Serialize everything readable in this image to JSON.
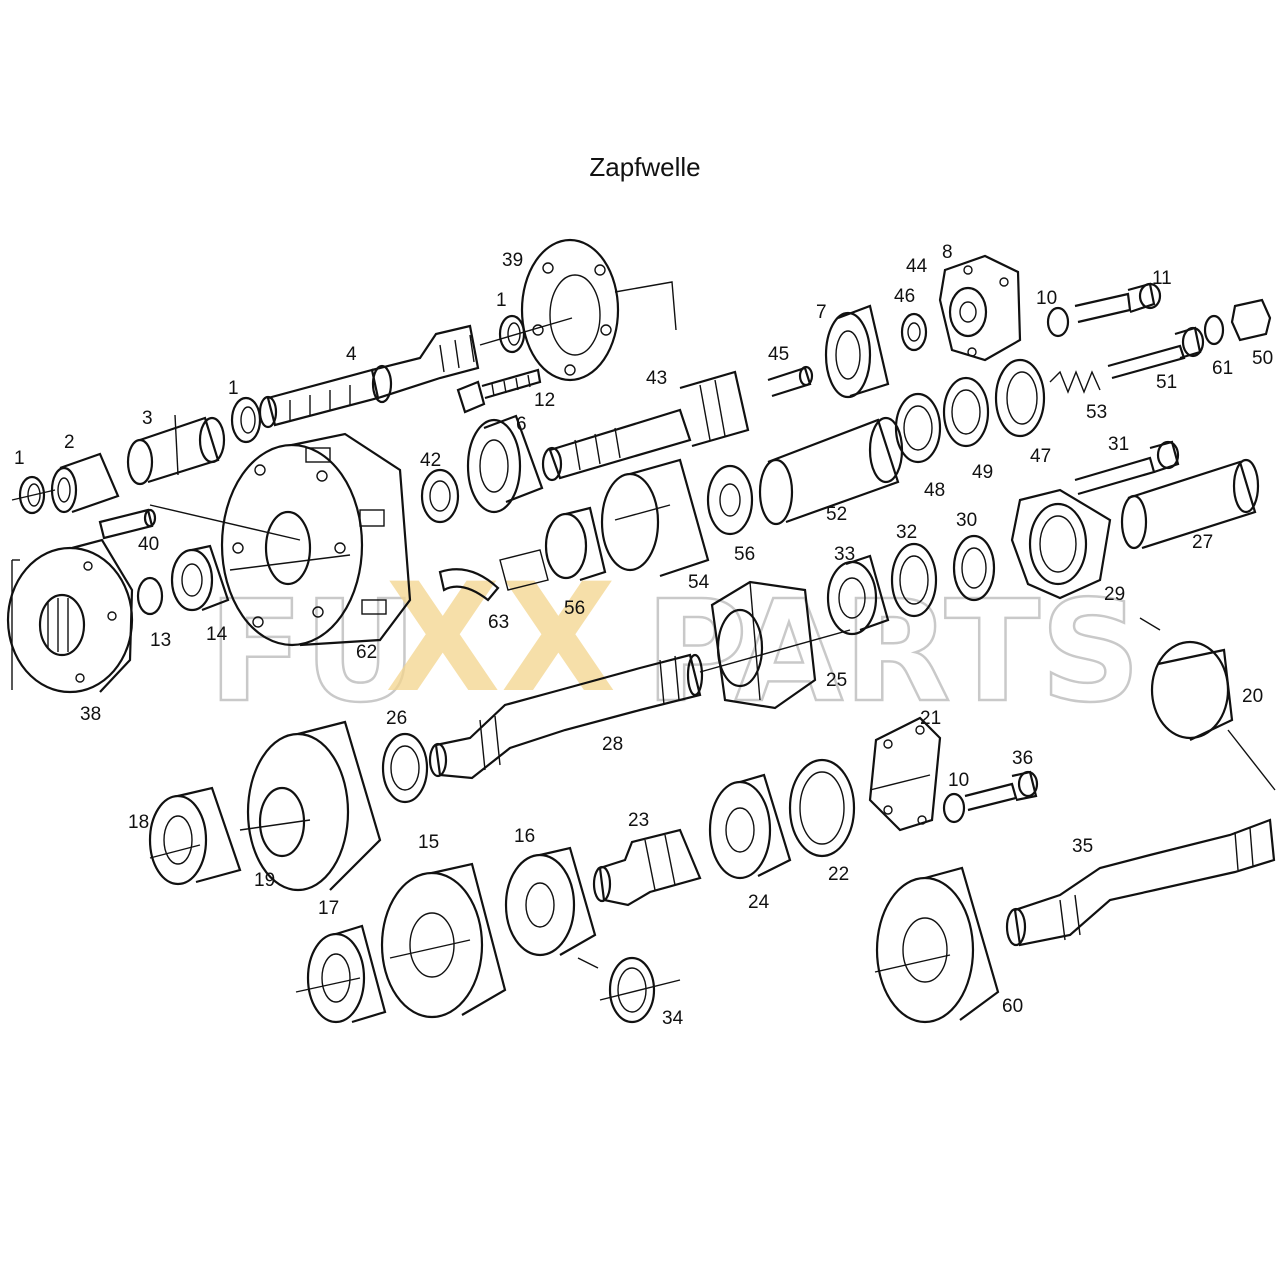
{
  "title": "Zapfwelle",
  "watermark": {
    "left": "FU",
    "mark": "XX",
    "right": "PARTS",
    "accent_color": "#f4d58d",
    "outline_color": "#c9c9c9"
  },
  "callouts": [
    {
      "id": "c39",
      "label": "39"
    },
    {
      "id": "c8",
      "label": "8"
    },
    {
      "id": "c44",
      "label": "44"
    },
    {
      "id": "c46",
      "label": "46"
    },
    {
      "id": "c10a",
      "label": "10"
    },
    {
      "id": "c11",
      "label": "11"
    },
    {
      "id": "c7",
      "label": "7"
    },
    {
      "id": "c1a",
      "label": "1"
    },
    {
      "id": "c4",
      "label": "4"
    },
    {
      "id": "c12",
      "label": "12"
    },
    {
      "id": "c45",
      "label": "45"
    },
    {
      "id": "c43",
      "label": "43"
    },
    {
      "id": "c50",
      "label": "50"
    },
    {
      "id": "c61",
      "label": "61"
    },
    {
      "id": "c51",
      "label": "51"
    },
    {
      "id": "c53",
      "label": "53"
    },
    {
      "id": "c1b",
      "label": "1"
    },
    {
      "id": "c3",
      "label": "3"
    },
    {
      "id": "c6",
      "label": "6"
    },
    {
      "id": "c1c",
      "label": "1"
    },
    {
      "id": "c2",
      "label": "2"
    },
    {
      "id": "c42",
      "label": "42"
    },
    {
      "id": "c31",
      "label": "31"
    },
    {
      "id": "c47",
      "label": "47"
    },
    {
      "id": "c49",
      "label": "49"
    },
    {
      "id": "c48",
      "label": "48"
    },
    {
      "id": "c40",
      "label": "40"
    },
    {
      "id": "c52",
      "label": "52"
    },
    {
      "id": "c27",
      "label": "27"
    },
    {
      "id": "c30",
      "label": "30"
    },
    {
      "id": "c32",
      "label": "32"
    },
    {
      "id": "c33",
      "label": "33"
    },
    {
      "id": "c56a",
      "label": "56"
    },
    {
      "id": "c54",
      "label": "54"
    },
    {
      "id": "c56b",
      "label": "56"
    },
    {
      "id": "c29",
      "label": "29"
    },
    {
      "id": "c13",
      "label": "13"
    },
    {
      "id": "c14",
      "label": "14"
    },
    {
      "id": "c63",
      "label": "63"
    },
    {
      "id": "c62",
      "label": "62"
    },
    {
      "id": "c25",
      "label": "25"
    },
    {
      "id": "c38",
      "label": "38"
    },
    {
      "id": "c20",
      "label": "20"
    },
    {
      "id": "c26",
      "label": "26"
    },
    {
      "id": "c21",
      "label": "21"
    },
    {
      "id": "c28",
      "label": "28"
    },
    {
      "id": "c36",
      "label": "36"
    },
    {
      "id": "c10b",
      "label": "10"
    },
    {
      "id": "c18",
      "label": "18"
    },
    {
      "id": "c19",
      "label": "19"
    },
    {
      "id": "c15",
      "label": "15"
    },
    {
      "id": "c16",
      "label": "16"
    },
    {
      "id": "c23",
      "label": "23"
    },
    {
      "id": "c22",
      "label": "22"
    },
    {
      "id": "c24",
      "label": "24"
    },
    {
      "id": "c35",
      "label": "35"
    },
    {
      "id": "c17",
      "label": "17"
    },
    {
      "id": "c34",
      "label": "34"
    },
    {
      "id": "c60",
      "label": "60"
    }
  ]
}
